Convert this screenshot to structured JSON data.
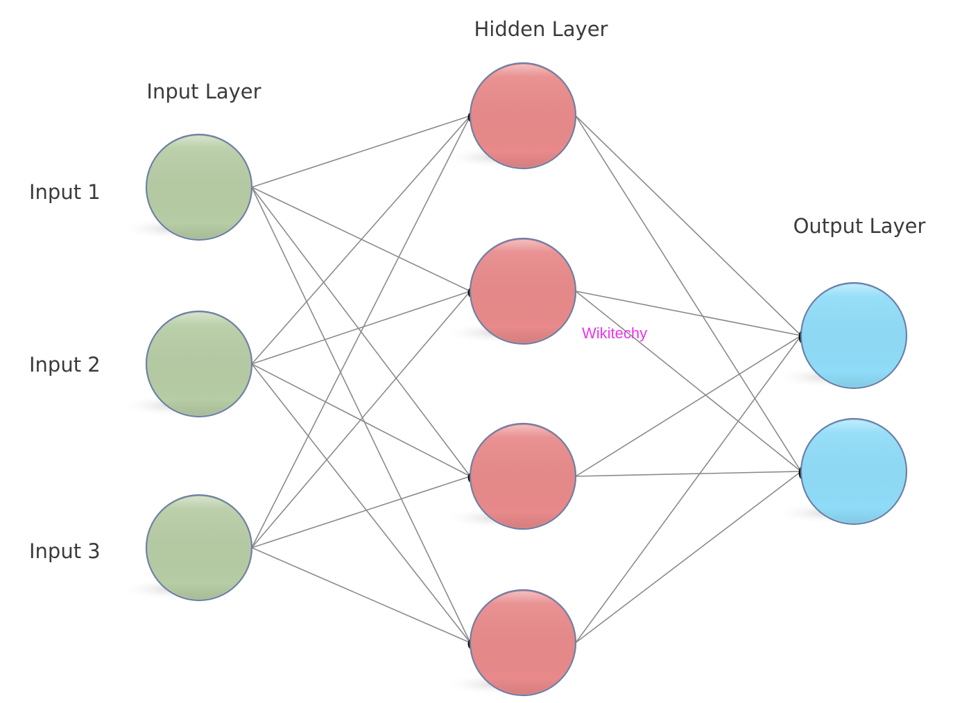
{
  "diagram": {
    "type": "neural-network",
    "watermark": "Wikitechy",
    "layers": [
      {
        "id": "input",
        "title": "Input Layer",
        "color": "#b6cca4",
        "nodes": [
          {
            "id": "i1",
            "label": "Input 1"
          },
          {
            "id": "i2",
            "label": "Input 2"
          },
          {
            "id": "i3",
            "label": "Input 3"
          }
        ]
      },
      {
        "id": "hidden",
        "title": "Hidden Layer",
        "color": "#e8898a",
        "nodes": [
          {
            "id": "h1",
            "label": ""
          },
          {
            "id": "h2",
            "label": ""
          },
          {
            "id": "h3",
            "label": ""
          },
          {
            "id": "h4",
            "label": ""
          }
        ]
      },
      {
        "id": "output",
        "title": "Output Layer",
        "color": "#8fdcf8",
        "nodes": [
          {
            "id": "o1",
            "label": ""
          },
          {
            "id": "o2",
            "label": ""
          }
        ]
      }
    ],
    "connectivity": "fully-connected",
    "edge_color": "#8a8a8a",
    "node_outline_color": "#6d7fa6"
  }
}
